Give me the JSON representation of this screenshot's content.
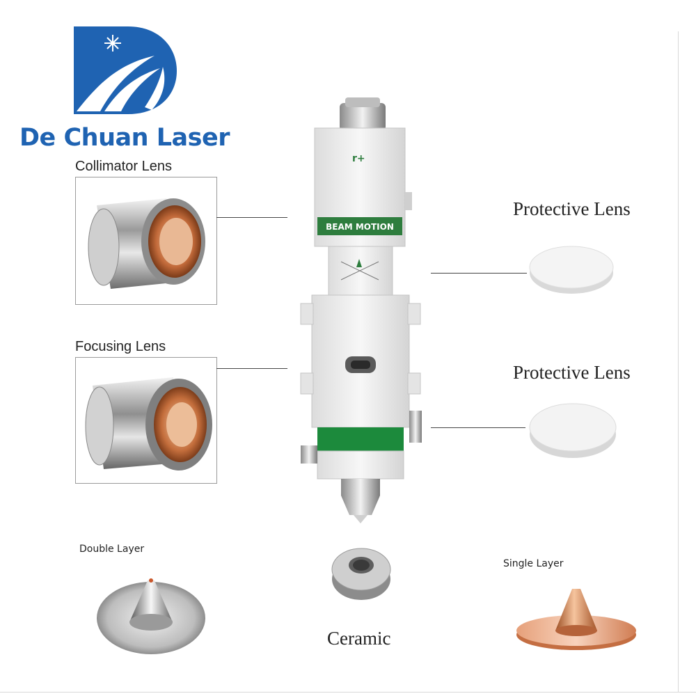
{
  "brand": {
    "name": "De Chuan Laser",
    "logo_icon": "dechuan-logo-icon",
    "color": "#1f63b2"
  },
  "parts": {
    "collimator_label": "Collimator Lens",
    "focusing_label": "Focusing Lens",
    "protective_top_label": "Protective Lens",
    "protective_bottom_label": "Protective Lens",
    "double_layer_label": "Double Layer",
    "ceramic_label": "Ceramic",
    "single_layer_label": "Single Layer"
  },
  "head": {
    "brand_band": "BEAM MOTION",
    "band_color": "#2e7d3e",
    "lower_band_color": "#1c8a3c"
  }
}
